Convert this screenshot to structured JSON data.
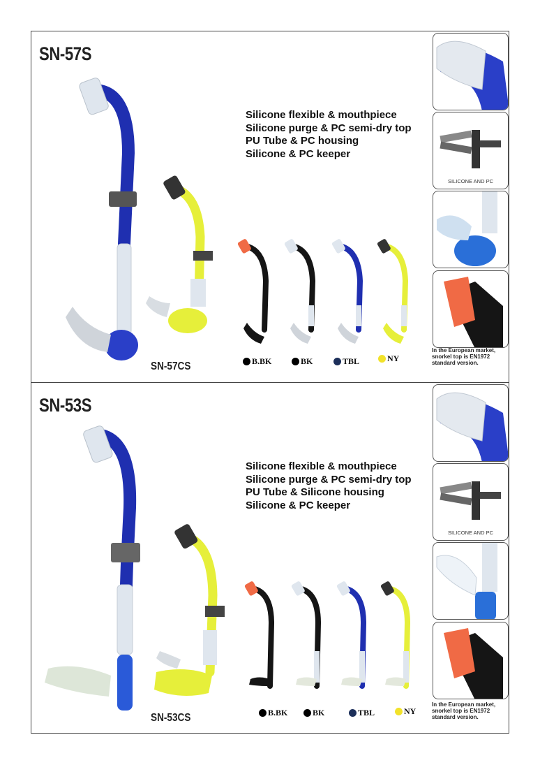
{
  "sections": [
    {
      "model": "SN-57S",
      "sub_model": "SN-57CS",
      "features": [
        "Silicone flexible & mouthpiece",
        "Silicone purge & PC semi-dry top",
        "PU Tube & PC housing",
        "Silicone & PC keeper"
      ],
      "colors": [
        {
          "code": "B.BK",
          "hex": "#000000"
        },
        {
          "code": "BK",
          "hex": "#000000"
        },
        {
          "code": "TBL",
          "hex": "#1c2f5a"
        },
        {
          "code": "NY",
          "hex": "#f2e22a"
        }
      ],
      "thumb_caption": "SILICONE AND PC",
      "note": "In the European market, snorkel top is EN1972 standard version."
    },
    {
      "model": "SN-53S",
      "sub_model": "SN-53CS",
      "features": [
        "Silicone flexible & mouthpiece",
        "Silicone purge & PC semi-dry top",
        "PU Tube & Silicone housing",
        "Silicone & PC keeper"
      ],
      "colors": [
        {
          "code": "B.BK",
          "hex": "#000000"
        },
        {
          "code": "BK",
          "hex": "#000000"
        },
        {
          "code": "TBL",
          "hex": "#1c2f5a"
        },
        {
          "code": "NY",
          "hex": "#f2e22a"
        }
      ],
      "thumb_caption": "SILICONE AND PC",
      "note": "In the European market, snorkel top is EN1972 standard version."
    }
  ],
  "product_colors": {
    "blue": "#1f2fb0",
    "yellow": "#e6ef3a",
    "black": "#151515",
    "orange": "#f06a45",
    "clear": "#dfe6ee"
  }
}
